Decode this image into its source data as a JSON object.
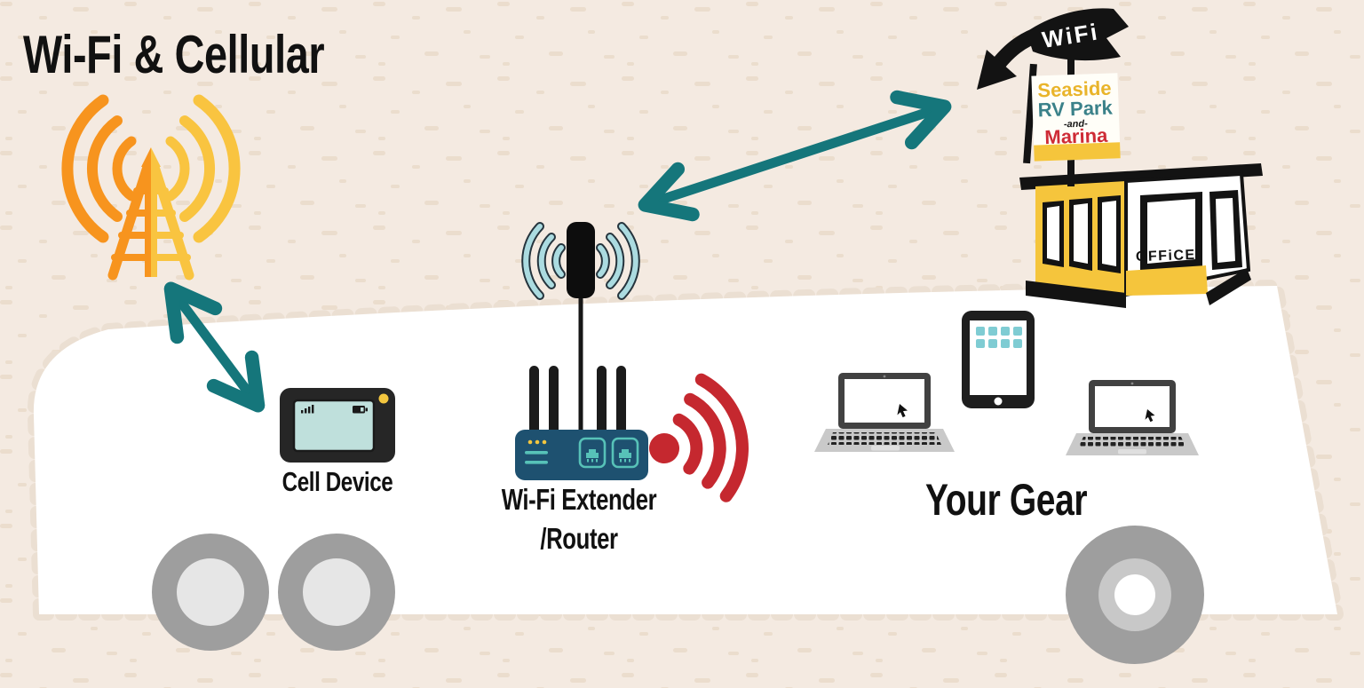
{
  "title": "Wi-Fi & Cellular",
  "park": {
    "banner_label": "WiFi",
    "sign": {
      "line1": "Seaside",
      "line2": "RV Park",
      "line3": "-and-",
      "line4": "Marina"
    },
    "office_label": "OFFiCE"
  },
  "rv": {
    "cell_device_label": "Cell Device",
    "extender_label_line1": "Wi-Fi Extender",
    "extender_label_line2": "/Router",
    "gear_label": "Your Gear"
  },
  "icons": {
    "cell_tower": "cell-tower-icon",
    "wifi_banner_arrow": "wifi-banner-arrow-icon",
    "park_office_building": "park-office-building-icon",
    "tower_device_arrow": "teal-double-arrow-icon",
    "extender_office_arrow": "teal-double-arrow-icon",
    "roof_antenna": "roof-antenna-icon",
    "router": "wifi-router-icon",
    "red_wifi_signal": "red-wifi-signal-icon",
    "cell_device": "cell-device-icon",
    "laptop_left": "laptop-icon",
    "laptop_right": "laptop-icon",
    "tablet": "tablet-icon",
    "wheels": "rv-wheel-icon"
  },
  "colors": {
    "background": "#F4EAE1",
    "texture_dash": "#E4D3BF",
    "rv_body": "#FFFFFF",
    "scallop_border": "#EBDFD2",
    "teal_arrow": "#15767B",
    "tower_orange": "#F7941E",
    "tower_yellow": "#F9C440",
    "router_blue": "#1E5170",
    "port_teal": "#57C2B8",
    "wifi_red": "#C5282F",
    "antenna_blue": "#ABDBE0",
    "sign_yellow": "#F5C53C",
    "sign_gold_text": "#E9B42A",
    "sign_teal_text": "#3A8189",
    "sign_red_text": "#CE2B36",
    "ink": "#131313",
    "wheel_gray": "#9E9E9E",
    "wheel_light": "#E6E6E6",
    "led_yellow": "#F3C63F"
  }
}
